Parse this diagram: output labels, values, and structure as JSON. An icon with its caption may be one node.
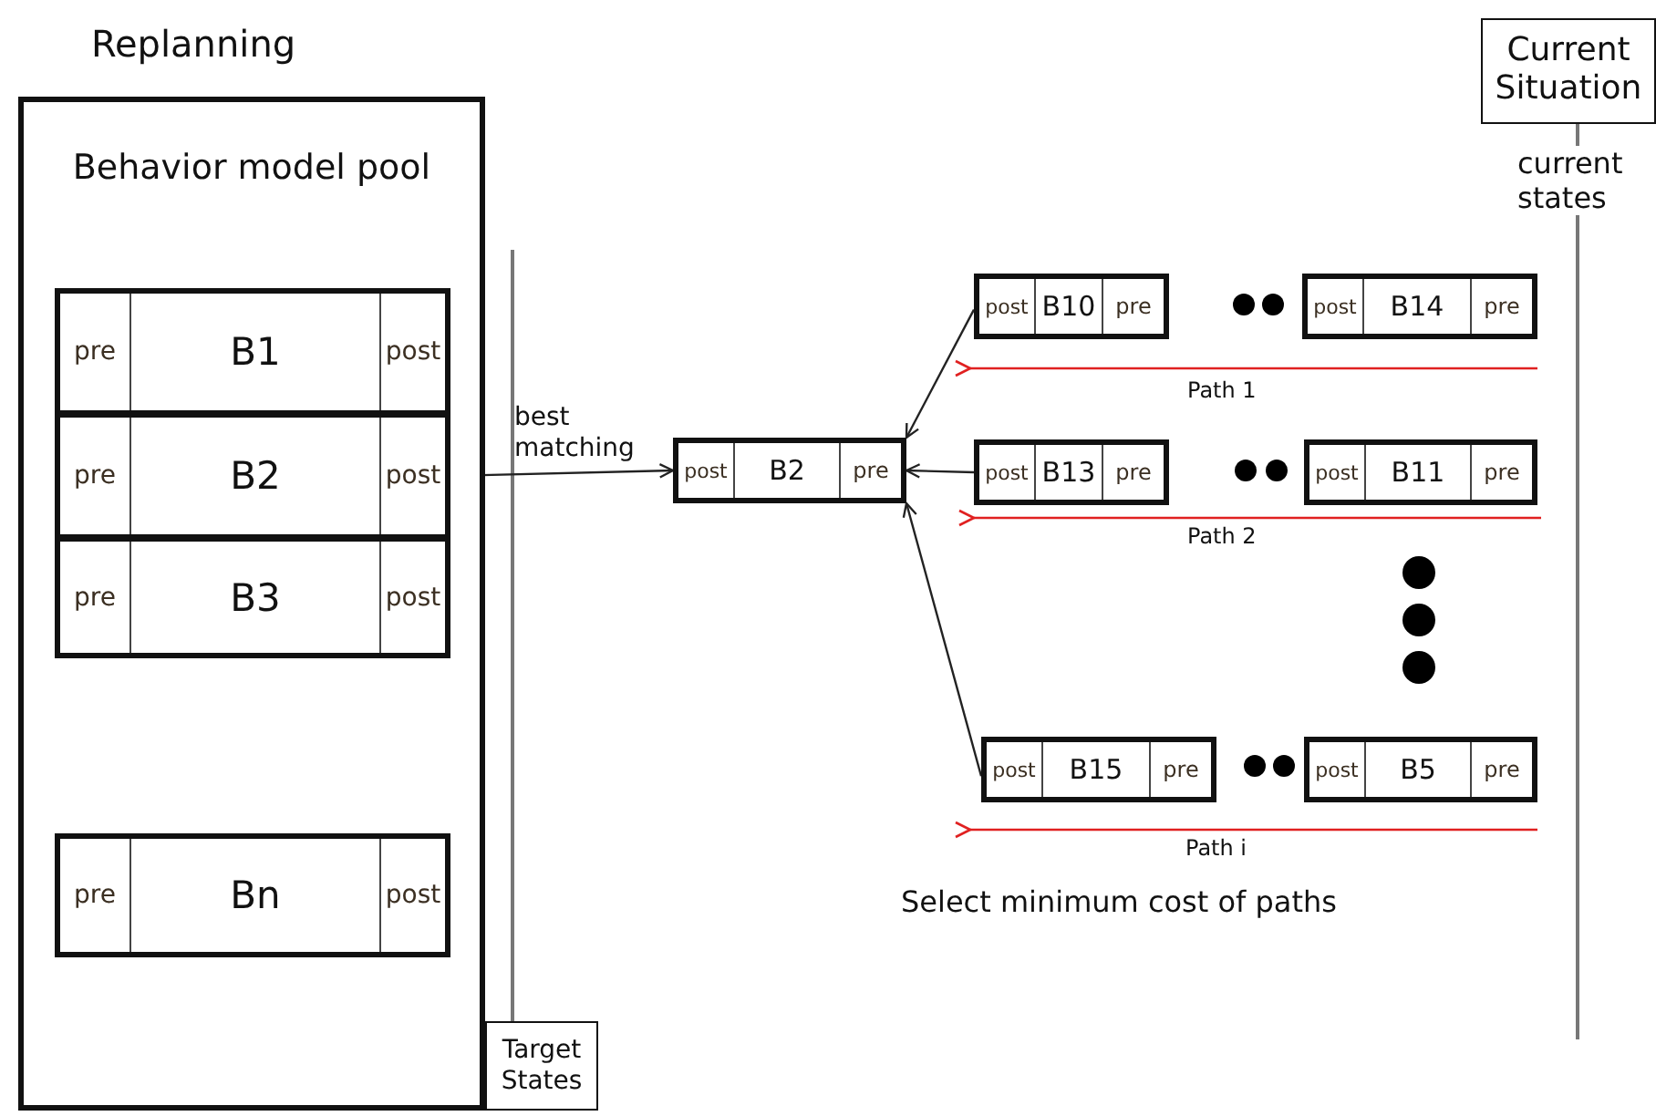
{
  "diagram": {
    "title": "Replanning",
    "nodes": [
      {
        "text": [
          "Behavior model pool"
        ]
      },
      {
        "text": [
          "pre",
          "B1",
          "post"
        ],
        "in": 0
      },
      {
        "text": [
          "pre",
          "B2",
          "post"
        ],
        "in": 0
      },
      {
        "text": [
          "pre",
          "B3",
          "post"
        ],
        "in": 0
      },
      {
        "text": [
          "pre",
          "Bn",
          "post"
        ],
        "in": 0
      },
      {
        "text": [
          "post",
          "B2",
          "pre"
        ]
      },
      {
        "text": [
          "post",
          "B10",
          "pre"
        ]
      },
      {
        "text": [
          "post",
          "B14",
          "pre"
        ]
      },
      {
        "text": [
          "post",
          "B13",
          "pre"
        ]
      },
      {
        "text": [
          "post",
          "B11",
          "pre"
        ]
      },
      {
        "text": [
          "post",
          "B15",
          "pre"
        ]
      },
      {
        "text": [
          "post",
          "B5",
          "pre"
        ]
      },
      {
        "text": [
          "Target States"
        ]
      },
      {
        "text": [
          "Current Situation"
        ]
      }
    ],
    "edges": [
      {
        "from": 2,
        "to": 5,
        "arrow": "to",
        "label": "best matching"
      },
      {
        "from": 6,
        "to": 5,
        "arrow": "to"
      },
      {
        "from": 8,
        "to": 5,
        "arrow": "to"
      },
      {
        "from": 10,
        "to": 5,
        "arrow": "to"
      }
    ],
    "labels": [
      "current states",
      "Path 1",
      "Path 2",
      "Select minimum cost of paths",
      "Path i"
    ]
  }
}
